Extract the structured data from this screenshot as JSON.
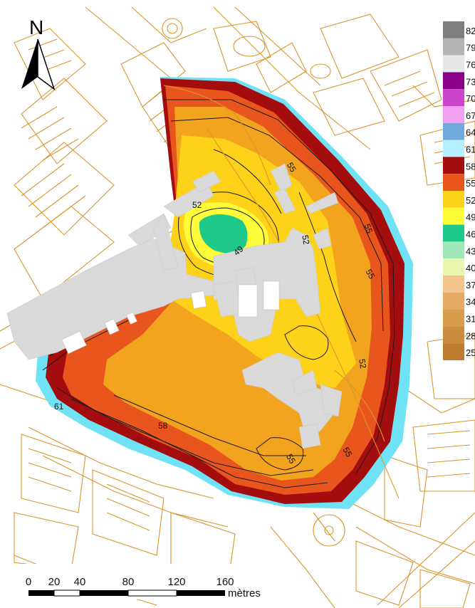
{
  "north_arrow": {
    "label": "N"
  },
  "legend": {
    "labels": [
      "82",
      "79",
      "76",
      "73",
      "70",
      "67",
      "64",
      "61",
      "58",
      "55",
      "52",
      "49",
      "46",
      "43",
      "40",
      "37",
      "34",
      "31",
      "28",
      "25"
    ],
    "colors": {
      "82": "#7f7f7f",
      "79": "#b3b3b3",
      "76": "#e6e6e6",
      "73": "#8b008b",
      "70": "#cc44cc",
      "67": "#f0a0f0",
      "64": "#6fa8dc",
      "61": "#b6efff",
      "58": "#a30d0d",
      "55": "#e8561e",
      "52": "#ffd21a",
      "49": "#fffd3a",
      "46": "#1fc98b",
      "43": "#9fe8b8",
      "40": "#e8f6b0",
      "37": "#f4c58a",
      "34": "#e6aa62",
      "31": "#d99b4c",
      "28": "#cc8b3d",
      "25": "#bf7a2e"
    }
  },
  "contour_labels": [
    "55",
    "52",
    "52",
    "49",
    "55",
    "52",
    "55",
    "58",
    "61",
    "55",
    "55"
  ],
  "scale_bar": {
    "ticks": [
      "0",
      "20",
      "40",
      "80",
      "120",
      "160"
    ],
    "unit": "mètres"
  },
  "colors": {
    "street_lines": "#d9962f",
    "buildings": "#d9d9d9"
  }
}
